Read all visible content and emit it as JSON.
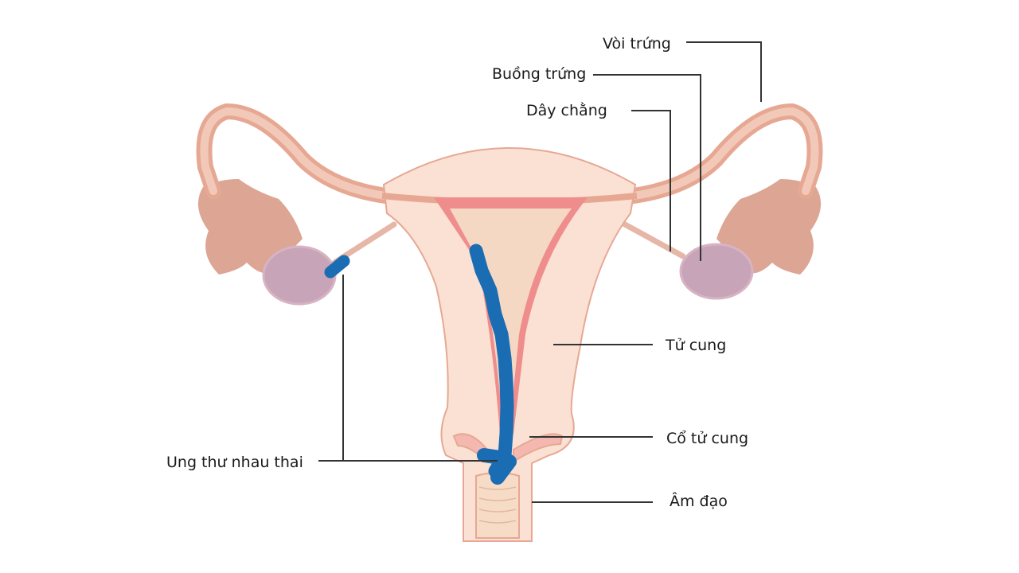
{
  "labels": {
    "fallopian_tube": "Vòi trứng",
    "ovary": "Buồng trứng",
    "ligament": "Dây chằng",
    "uterus": "Tử cung",
    "cervix": "Cổ tử cung",
    "vagina": "Âm đạo",
    "choriocarcinoma": "Ung thư nhau thai"
  },
  "colors": {
    "tissue": "#fbe1d3",
    "tissue_outline": "#e6a893",
    "tube": "#e7b3a0",
    "fimbriae": "#dca594",
    "ovary": "#c8a4b9",
    "endometrium": "#ef8d8d",
    "tumor": "#1a6cb3",
    "leader_line": "#333333"
  }
}
